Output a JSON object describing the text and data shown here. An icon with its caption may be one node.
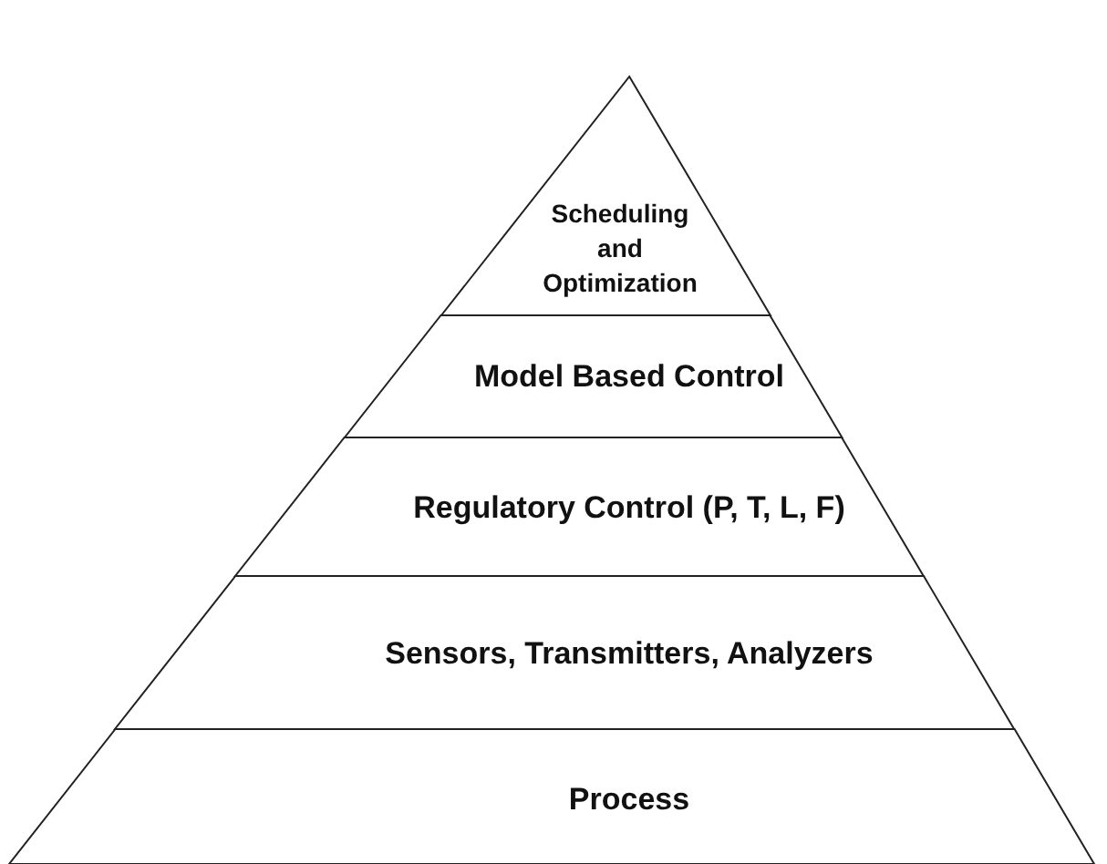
{
  "diagram": {
    "nodes": [
      {
        "text": [
          "Scheduling and Optimization"
        ]
      },
      {
        "text": [
          "Model Based Control"
        ]
      },
      {
        "text": [
          "Regulatory Control (P, T, L, F)"
        ]
      },
      {
        "text": [
          "Sensors, Transmitters, Analyzers"
        ]
      },
      {
        "text": [
          "Process"
        ]
      }
    ]
  }
}
